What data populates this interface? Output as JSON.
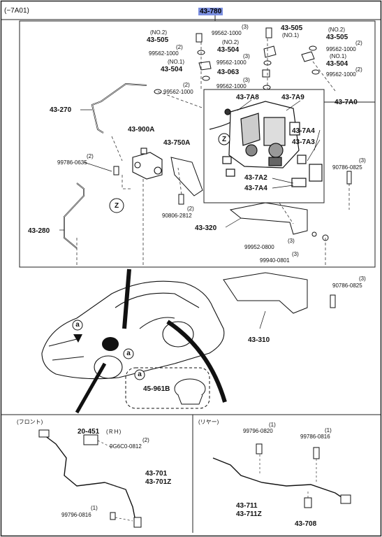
{
  "header": {
    "section": "(−7A01)",
    "main_code": "43-780"
  },
  "callouts": {
    "z_marker": "Z",
    "a_marker": "a"
  },
  "parts_top": {
    "p1": {
      "qty": "(NO.2)",
      "code": "43-505"
    },
    "p2": {
      "qty": "(2)",
      "code": "99562-1000"
    },
    "p3": {
      "qty": "(NO.1)",
      "code": "43-504"
    },
    "p4": {
      "qty": "(2)",
      "code": "99562-1000"
    },
    "p5": {
      "qty": "(3)",
      "code": "99562-1000"
    },
    "p6": {
      "qty": "(NO.2)",
      "code": "43-504"
    },
    "p7": {
      "qty": "(3)",
      "code": "99562-1000"
    },
    "p8": {
      "code": "43-063"
    },
    "p9": {
      "qty": "(3)",
      "code": "99562-1000"
    },
    "p10": {
      "code": "43-505",
      "qty": "(NO.1)"
    },
    "p11": {
      "qty": "(NO.2)",
      "code": "43-505"
    },
    "p12": {
      "qty": "(2)",
      "code": "99562-1000"
    },
    "p13": {
      "qty": "(NO.1)",
      "code": "43-504"
    },
    "p14": {
      "qty": "(2)",
      "code": "99562-1000"
    },
    "p15": {
      "code": "43-270"
    },
    "p16": {
      "code": "43-900A"
    },
    "p17": {
      "qty": "(2)",
      "code": "99786-0635"
    },
    "p18": {
      "code": "43-750A"
    },
    "p19": {
      "code": "43-7A8"
    },
    "p20": {
      "code": "43-7A9"
    },
    "p21": {
      "code": "43-7A0"
    },
    "p22": {
      "code": "43-7A4"
    },
    "p23": {
      "code": "43-7A3"
    },
    "p24": {
      "code": "43-7A2"
    },
    "p25": {
      "code": "43-7A4"
    },
    "p26": {
      "qty": "(3)",
      "code": "90786-0825"
    },
    "p27": {
      "qty": "(2)",
      "code": "90806-2812"
    },
    "p28": {
      "code": "43-320"
    },
    "p29": {
      "code": "43-280"
    },
    "p30": {
      "qty": "(3)",
      "code": "99952-0800"
    },
    "p31": {
      "qty": "(3)",
      "code": "99940-0801"
    }
  },
  "parts_mid": {
    "p1": {
      "qty": "(3)",
      "code": "90786-0825"
    },
    "p2": {
      "code": "43-310"
    },
    "p3": {
      "code": "45-961B"
    }
  },
  "front": {
    "title": "(フロント)",
    "p1": {
      "code": "20-451",
      "side": "(ＲＨ)"
    },
    "p2": {
      "qty": "(2)",
      "code": "9G6C0-0812"
    },
    "p3": {
      "code": "43-701"
    },
    "p4": {
      "code": "43-701Z"
    },
    "p5": {
      "qty": "(1)",
      "code": "99796-0816"
    }
  },
  "rear": {
    "title": "(リヤー)",
    "p1": {
      "qty": "(1)",
      "code": "99796-0820"
    },
    "p2": {
      "qty": "(1)",
      "code": "99786-0816"
    },
    "p3": {
      "code": "43-711"
    },
    "p4": {
      "code": "43-711Z"
    },
    "p5": {
      "code": "43-708"
    }
  }
}
